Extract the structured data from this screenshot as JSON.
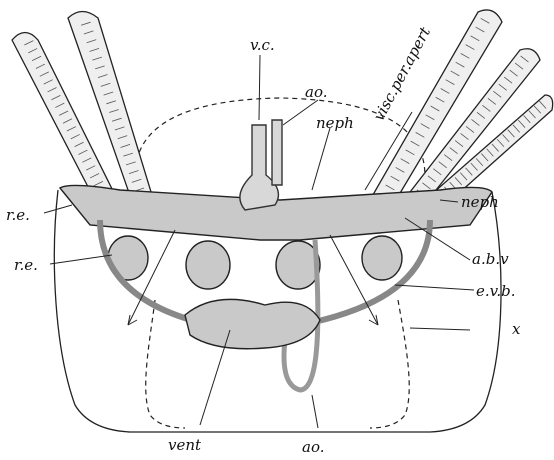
{
  "labels": {
    "vc": "v.c.",
    "ao_top": "ao.",
    "neph_top": "neph",
    "visc_per_apert": "visc.per.apert",
    "neph_right": "neph",
    "re_upper": "r.e.",
    "re_lower": "r.e.",
    "abv": "a.b.v",
    "evb": "e.v.b.",
    "x": "x",
    "vent": "vent",
    "ao_bottom": "ao."
  }
}
